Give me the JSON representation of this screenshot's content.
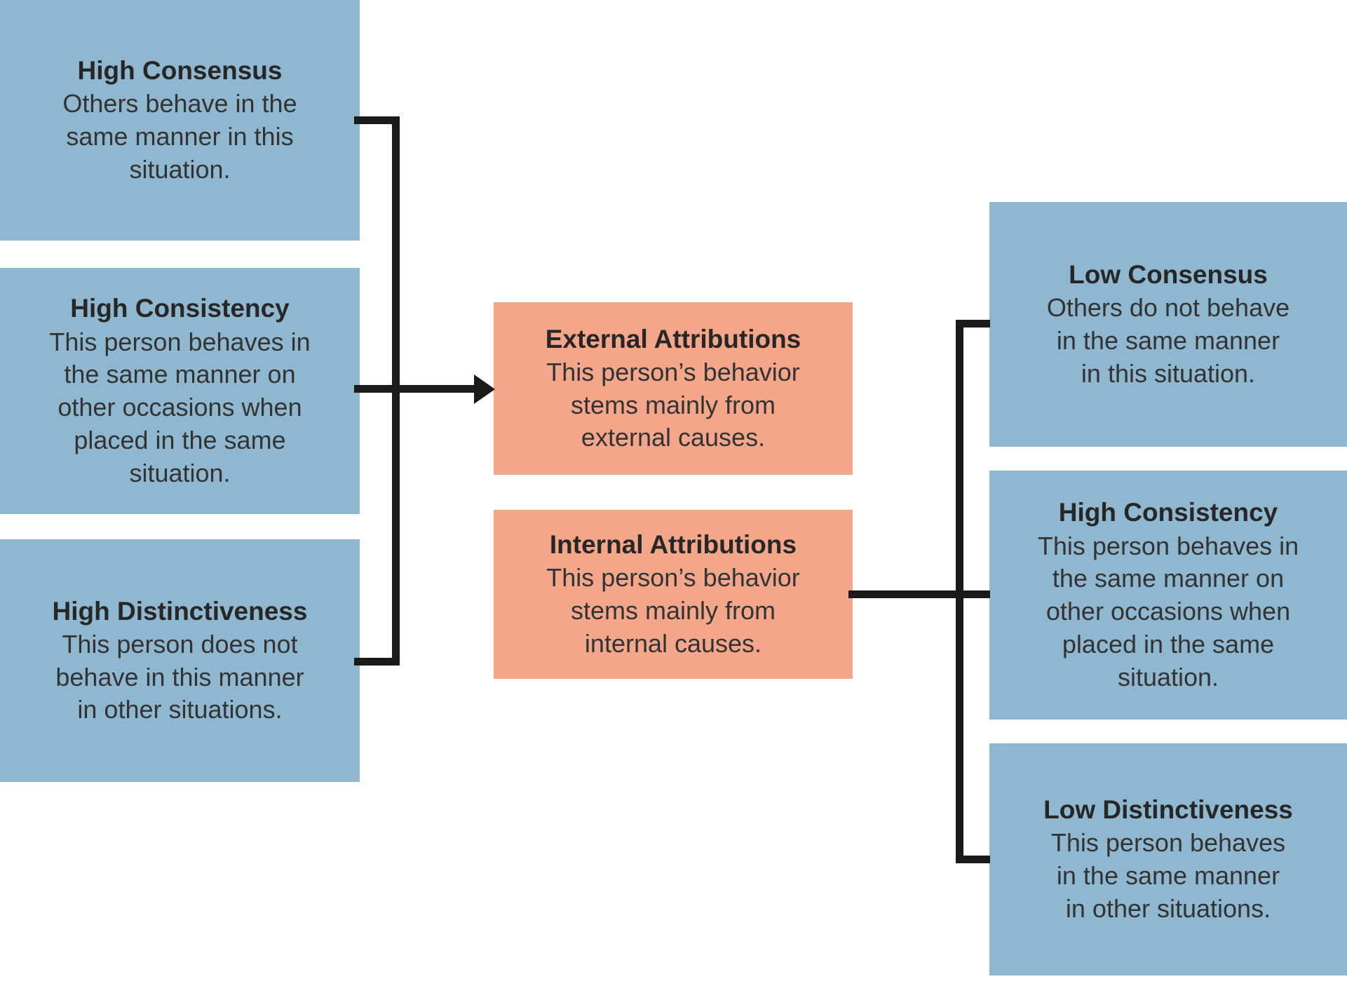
{
  "diagram": {
    "colors": {
      "condition_box": "#8FB8D0",
      "attribution_box": "#F3A68A",
      "connector": "#1a1a1a",
      "text": "#333333",
      "background": "#ffffff"
    },
    "left_boxes": [
      {
        "title": "High Consensus",
        "body": "Others behave in the\nsame manner in this\nsituation."
      },
      {
        "title": "High Consistency",
        "body": "This person behaves in\nthe same manner on\nother occasions when\nplaced in the same\nsituation."
      },
      {
        "title": "High Distinctiveness",
        "body": "This person does not\nbehave in this manner\nin other situations."
      }
    ],
    "center_boxes": [
      {
        "title": "External Attributions",
        "body": "This person’s behavior\nstems mainly from\nexternal causes."
      },
      {
        "title": "Internal Attributions",
        "body": "This person’s behavior\nstems mainly from\ninternal causes."
      }
    ],
    "right_boxes": [
      {
        "title": "Low Consensus",
        "body": "Others do not behave\nin the same manner\nin this situation."
      },
      {
        "title": "High Consistency",
        "body": "This person behaves in\nthe same manner on\nother occasions when\nplaced in the same\nsituation."
      },
      {
        "title": "Low Distinctiveness",
        "body": "This person behaves\nin the same manner\nin other situations."
      }
    ]
  }
}
